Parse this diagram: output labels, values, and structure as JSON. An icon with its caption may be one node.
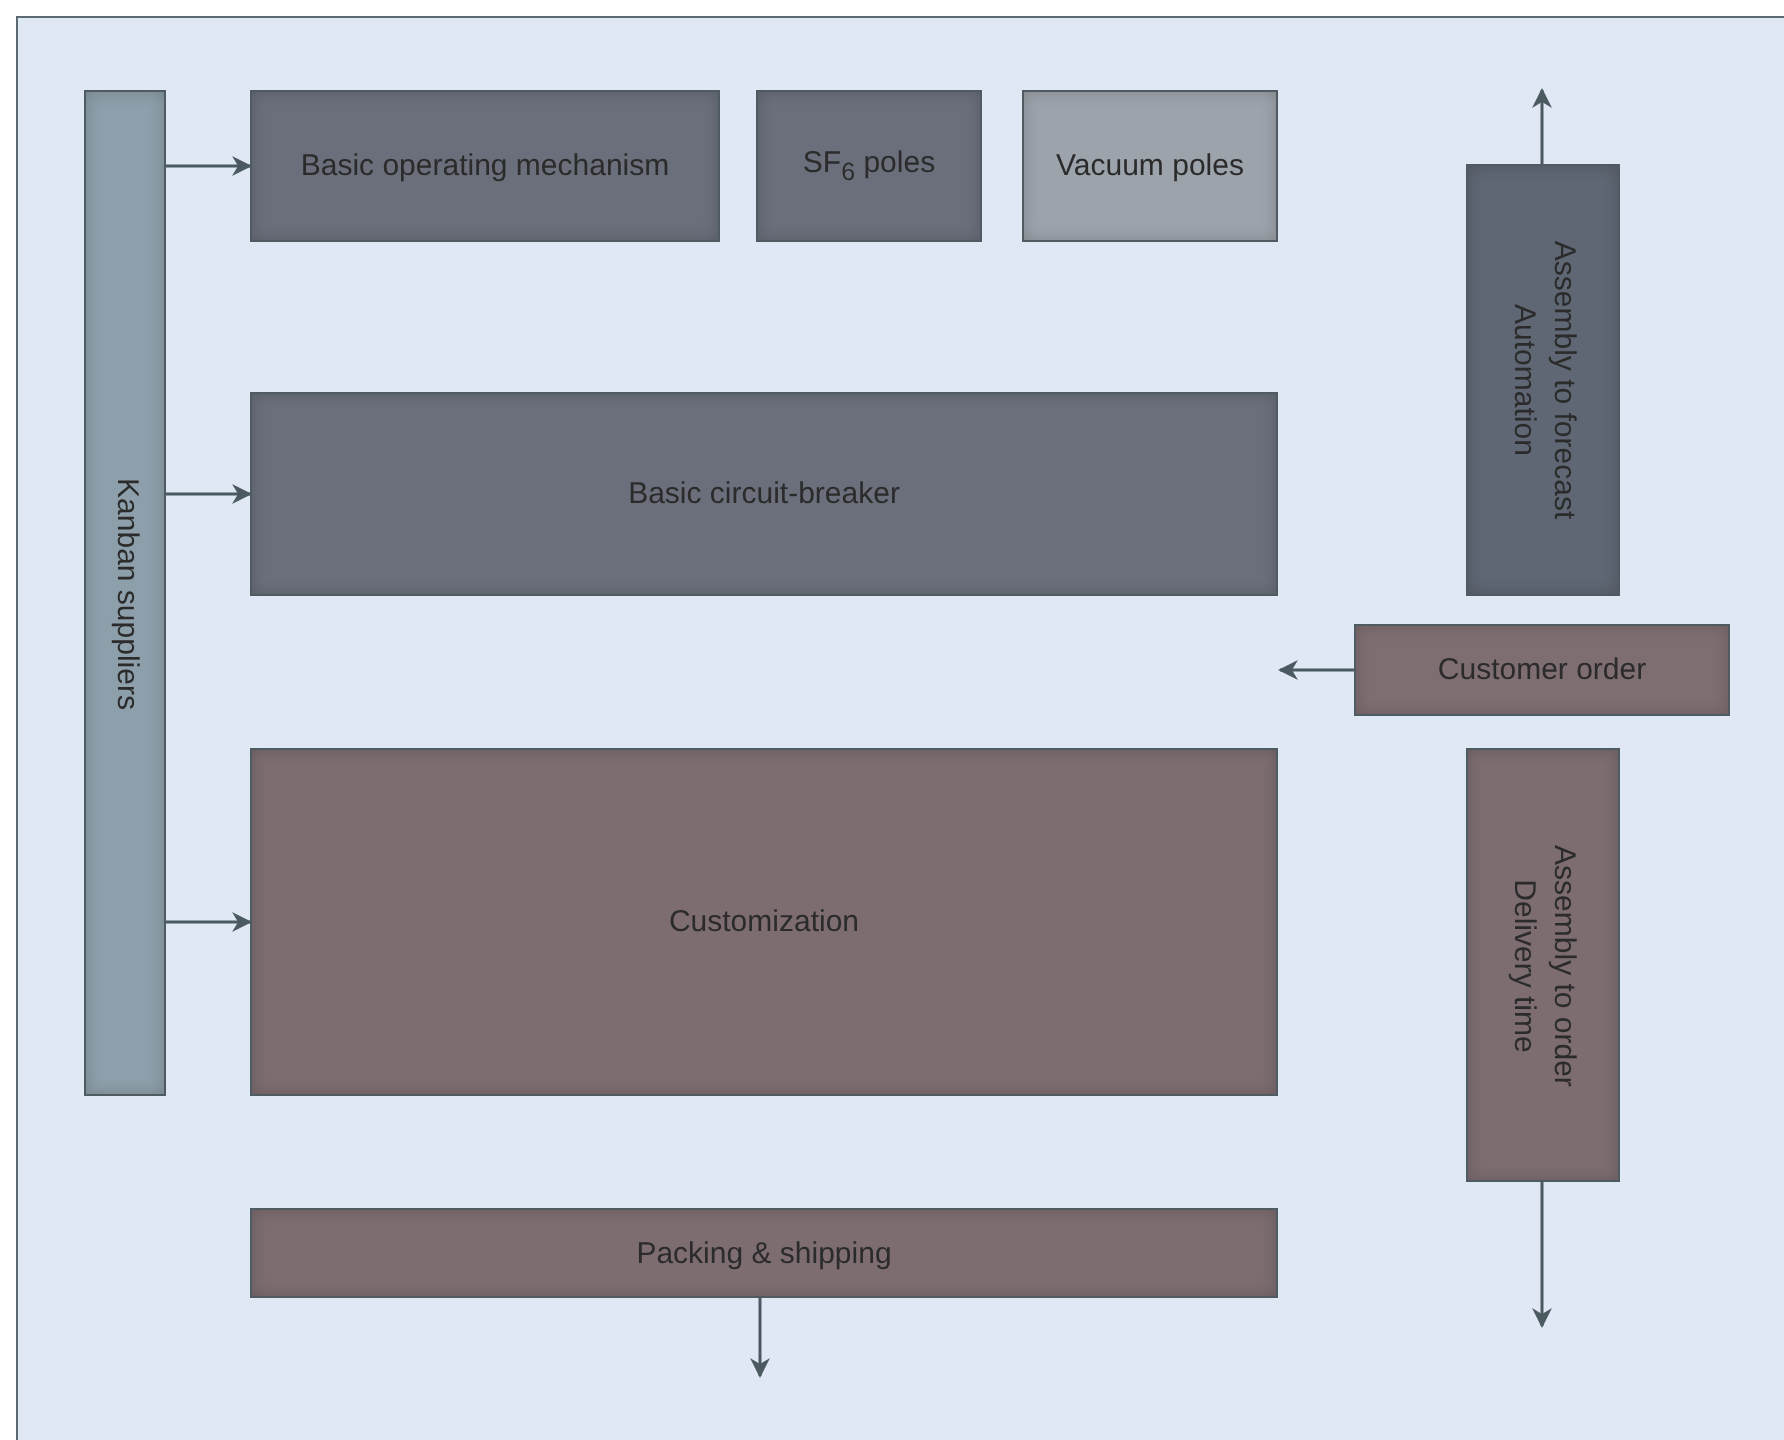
{
  "diagram": {
    "nodes": [
      {
        "text": [
          "Kanban suppliers"
        ]
      },
      {
        "text": [
          "Basic operating mechanism"
        ]
      },
      {
        "text": [
          "SF$_{6}$ poles"
        ]
      },
      {
        "text": [
          "Vacuum poles"
        ]
      },
      {
        "text": [
          "Basic circuit-breaker"
        ]
      },
      {
        "text": [
          "Assembly to forecast",
          "Automation"
        ]
      },
      {
        "text": [
          "Customer order"
        ]
      },
      {
        "text": [
          "Customization"
        ]
      },
      {
        "text": [
          "Assembly to order",
          "Delivery time"
        ]
      },
      {
        "text": [
          "Packing & shipping"
        ]
      }
    ],
    "edges": [
      {
        "from": 0,
        "to": 1,
        "arrow": "to"
      },
      {
        "from": 0,
        "to": 4,
        "arrow": "to"
      },
      {
        "from": 0,
        "to": 7,
        "arrow": "to"
      },
      {
        "from": 5,
        "to": null,
        "arrow": "to"
      },
      {
        "from": 6,
        "to": null,
        "arrow": "to"
      },
      {
        "from": 8,
        "to": null,
        "arrow": "to"
      },
      {
        "from": 9,
        "to": null,
        "arrow": "to"
      }
    ]
  }
}
